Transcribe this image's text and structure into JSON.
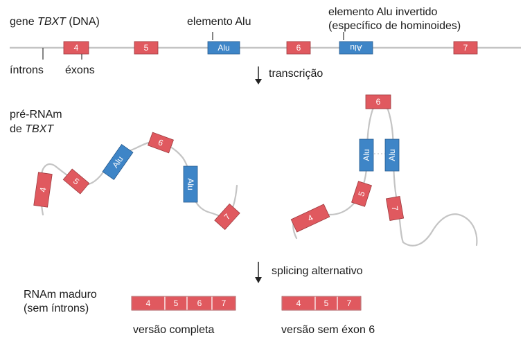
{
  "dna": {
    "gene_prefix": "gene ",
    "gene_name": "TBXT",
    "gene_suffix": " (DNA)",
    "alu_label": "elemento Alu",
    "alu_inv_label_1": "elemento Alu invertido",
    "alu_inv_label_2": "(específico de hominoides)",
    "introns_label": "íntrons",
    "exons_label": "éxons"
  },
  "exons": {
    "e4": "4",
    "e5": "5",
    "e6": "6",
    "e7": "7"
  },
  "alu": {
    "label": "Alu",
    "inverted_label": "Alu"
  },
  "steps": {
    "transcription": "transcrição",
    "alt_splicing": "splicing alternativo"
  },
  "pre_mrna": {
    "line1": "pré-RNAm",
    "line2_prefix": "de ",
    "gene_name": "TBXT"
  },
  "mature": {
    "line1": "RNAm maduro",
    "line2": "(sem íntrons)",
    "full_caption": "versão completa",
    "skip_caption": "versão sem éxon 6"
  },
  "colors": {
    "exon": "#e0595f",
    "alu": "#3e85c7",
    "strand": "#c4c4c4"
  }
}
